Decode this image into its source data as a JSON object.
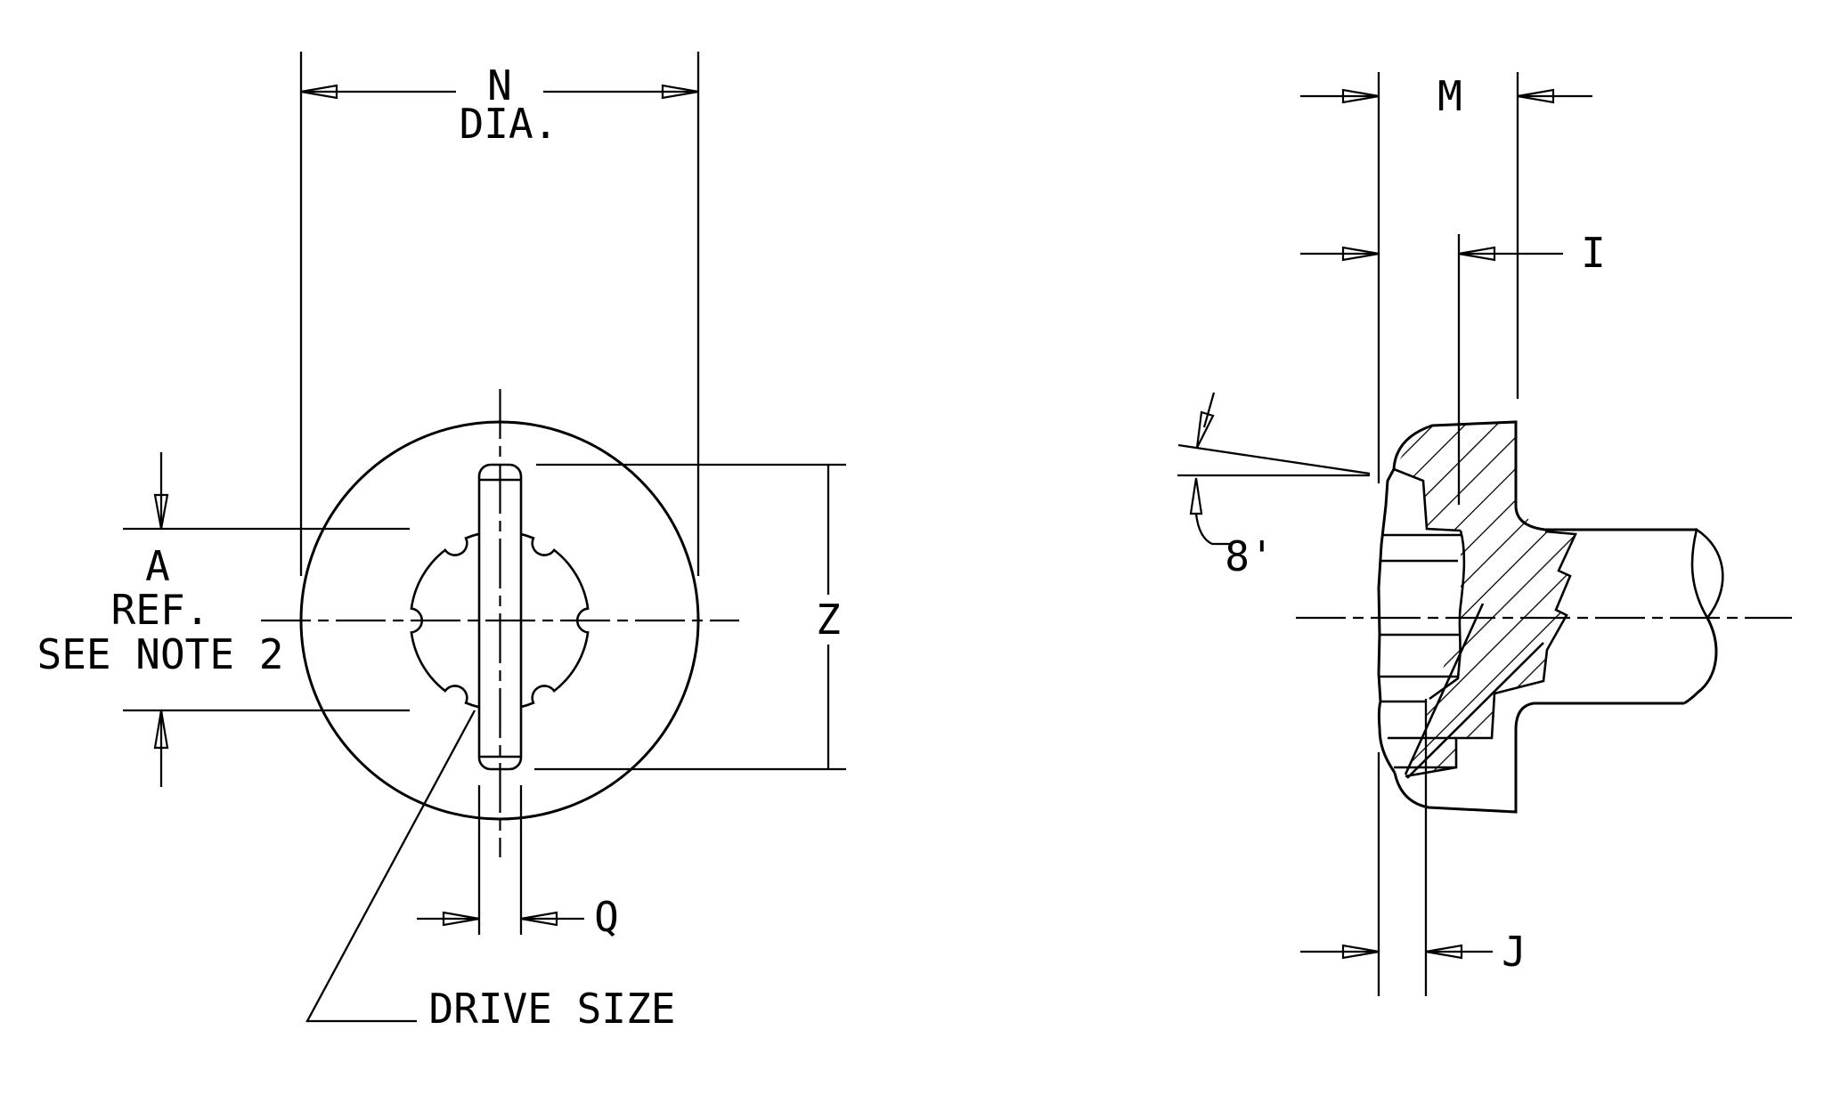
{
  "drawing": {
    "background": "#ffffff",
    "line_color": "#000000",
    "front_view": {
      "labels": {
        "n": "N",
        "dia": "DIA.",
        "a": "A",
        "ref": "REF.",
        "see_note": "SEE NOTE 2",
        "z": "Z",
        "q": "Q",
        "drive_size": "DRIVE SIZE"
      }
    },
    "section_view": {
      "labels": {
        "m": "M",
        "i": "I",
        "j": "J",
        "angle": "8'"
      }
    }
  }
}
